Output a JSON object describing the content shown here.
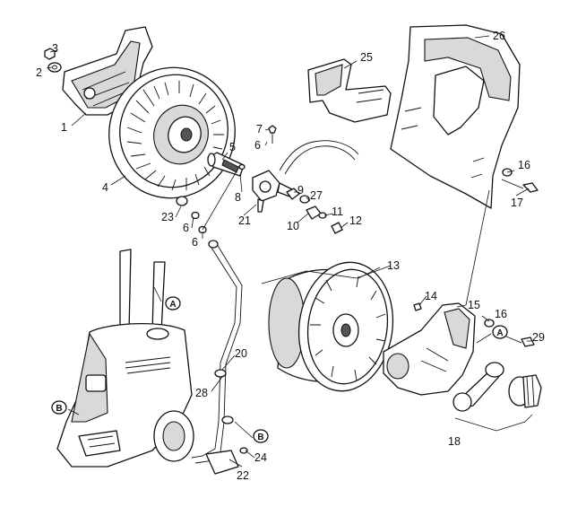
{
  "callouts": [
    "1",
    "2",
    "3",
    "4",
    "5",
    "6",
    "6",
    "6",
    "7",
    "8",
    "9",
    "10",
    "11",
    "12",
    "13",
    "14",
    "15",
    "16",
    "16",
    "17",
    "18",
    "20",
    "21",
    "22",
    "23",
    "24",
    "25",
    "26",
    "27",
    "28",
    "29"
  ],
  "reference_tags": [
    "A",
    "A",
    "B",
    "B"
  ]
}
